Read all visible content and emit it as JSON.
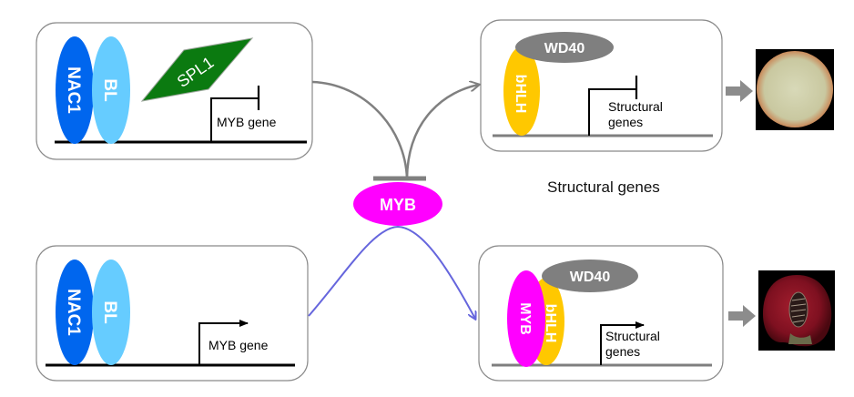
{
  "panels": {
    "top_left": {
      "proteins": [
        "NAC1",
        "BL",
        "SPL1"
      ],
      "gene_label": "MYB gene",
      "promoter": "repressed"
    },
    "bottom_left": {
      "proteins": [
        "NAC1",
        "BL"
      ],
      "gene_label": "MYB gene",
      "promoter": "active"
    },
    "top_right": {
      "proteins": [
        "WD40",
        "bHLH"
      ],
      "gene_label_line1": "Structural",
      "gene_label_line2": "genes",
      "promoter": "repressed"
    },
    "bottom_right": {
      "proteins": [
        "WD40",
        "MYB",
        "bHLH"
      ],
      "gene_label_line1": "Structural",
      "gene_label_line2": "genes",
      "promoter": "active"
    }
  },
  "center": {
    "hub_label": "MYB",
    "caption": "Structural genes"
  },
  "outcomes": {
    "top": "pale-fruit-image",
    "bottom": "red-fruit-image"
  },
  "colors": {
    "nac1": "#0066ee",
    "bl": "#66ccff",
    "spl1": "#0b7a10",
    "myb": "#ff00ff",
    "bhlh": "#ffc800",
    "wd40": "#7f7f7f",
    "repress_path": "#808080",
    "activate_path": "#6666dd"
  }
}
